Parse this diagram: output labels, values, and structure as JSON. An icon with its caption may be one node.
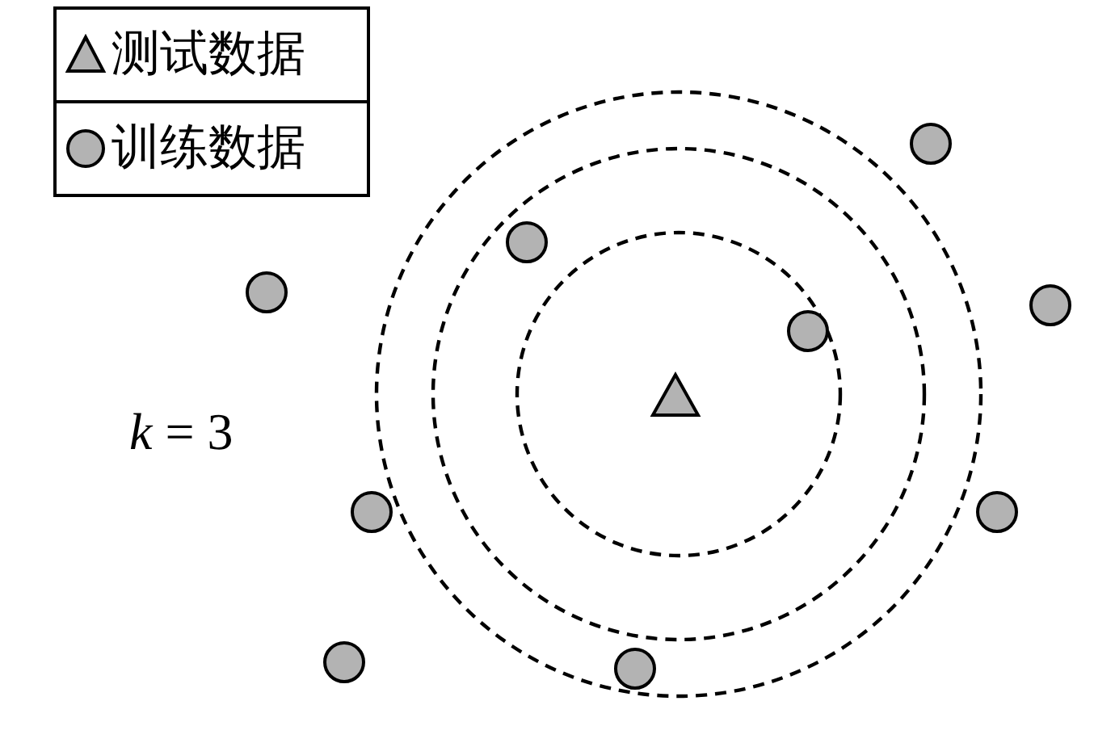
{
  "diagram": {
    "labels": [
      "*k* = 3"
    ],
    "legend": [
      {
        "text": "测试数据"
      },
      {
        "text": "训练数据"
      }
    ]
  }
}
